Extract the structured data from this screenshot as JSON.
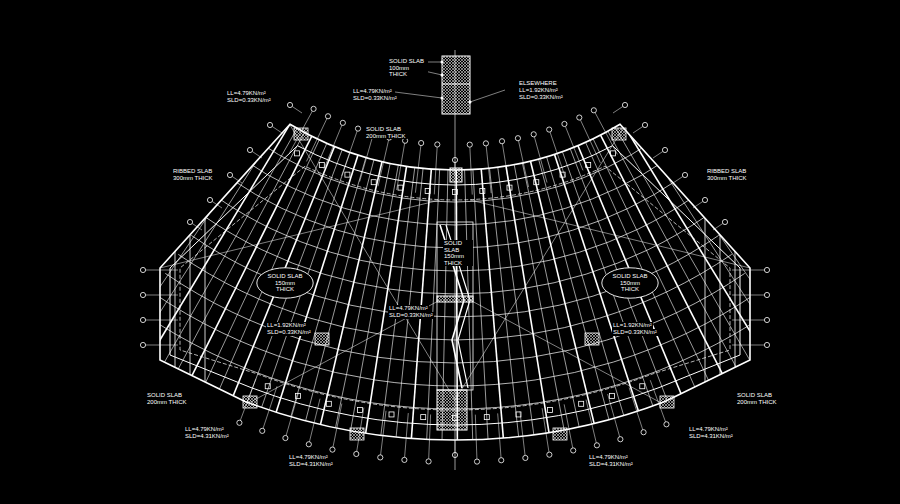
{
  "diagram": {
    "nodes": [
      {
        "text": [
          "SOLID SLAB 150mm THICK"
        ]
      },
      {
        "text": [
          "SOLID SLAB 150mm THICK"
        ]
      }
    ],
    "labels": [
      "SOLID SLAB 100mm THICK",
      "LL=4.79KN/m²",
      "SLD=0.33KN/m²",
      "ELSEWHERE",
      "LL=1.92KN/m²",
      "SLD=0.33KN/m²",
      "LL=4.79KN/m²",
      "SLD=0.33KN/m²",
      "SOLID SLAB 200mm THICK",
      "RIBBED SLAB 300mm THICK",
      "RIBBED SLAB 300mm THICK",
      "SOLID SLAB 150mm THICK",
      "LL=4.79KN/m²",
      "SLD=0.33KN/m²",
      "LL=1.92KN/m²",
      "SLD=0.33KN/m²",
      "LL=1.92KN/m²",
      "SLD=0.33KN/m²",
      "SOLID SLAB 200mm THICK",
      "SOLID SLAB 200mm THICK",
      "LL=4.79KN/m²",
      "SLD=4.31KN/m²",
      "LL=4.79KN/m²",
      "SLD=4.31KN/m²",
      "LL=4.79KN/m²",
      "SLD=4.31KN/m²",
      "LL=4.79KN/m²",
      "SLD=4.31KN/m²"
    ]
  }
}
